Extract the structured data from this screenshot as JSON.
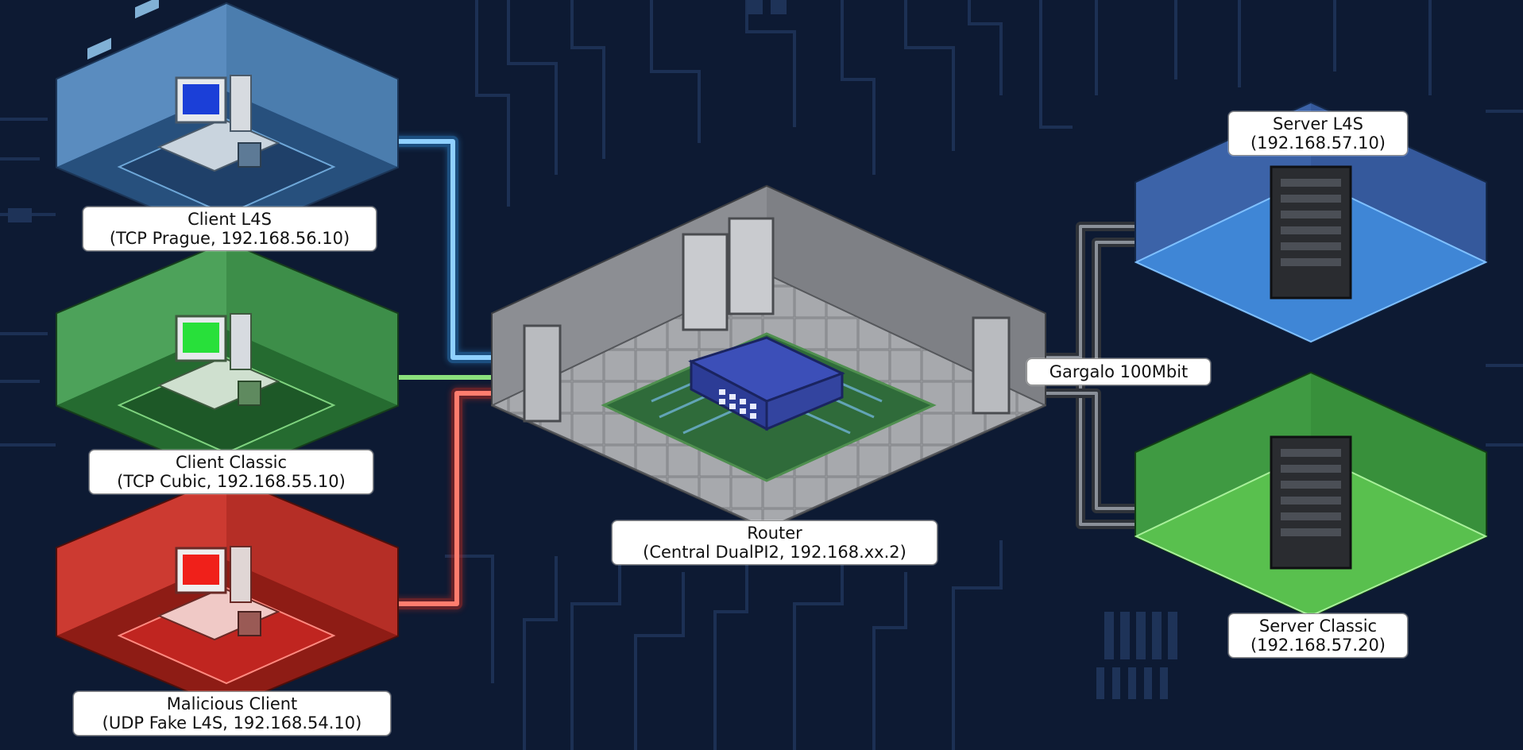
{
  "nodes": {
    "client_l4s": {
      "name": "Client L4S",
      "detail": "(TCP Prague, 192.168.56.10)"
    },
    "client_classic": {
      "name": "Client Classic",
      "detail": "(TCP Cubic, 192.168.55.10)"
    },
    "malicious_client": {
      "name": "Malicious Client",
      "detail": "(UDP Fake L4S, 192.168.54.10)"
    },
    "router": {
      "name": "Router",
      "detail": "(Central DualPI2, 192.168.xx.2)"
    },
    "server_l4s": {
      "name": "Server L4S",
      "detail": "(192.168.57.10)"
    },
    "server_classic": {
      "name": "Server Classic",
      "detail": "(192.168.57.20)"
    }
  },
  "bottleneck": {
    "label": "Gargalo 100Mbit"
  },
  "colors": {
    "background": "#0d1a33",
    "l4s_blue": "#4aa3e0",
    "classic_green": "#3fae4a",
    "malicious_red": "#d93a32",
    "link_gray": "#555a63",
    "router_gray": "#9a9ca0"
  },
  "icons": [
    "computer-desk",
    "server-rack",
    "network-switch"
  ]
}
